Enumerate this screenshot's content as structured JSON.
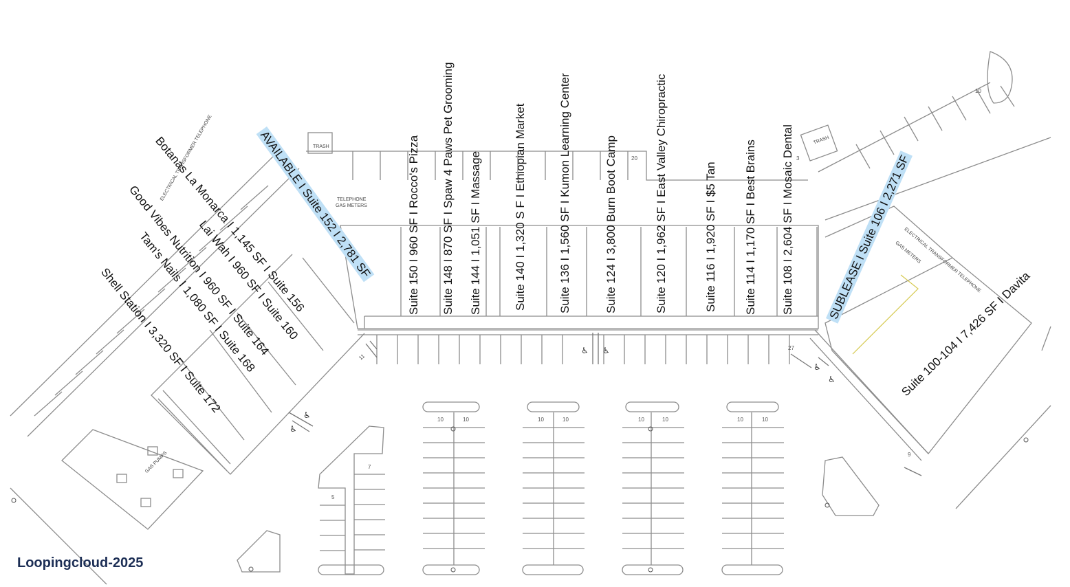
{
  "credit": "Loopingcloud-2025",
  "colors": {
    "highlight": "#bfe0f6",
    "lines": "#8c8c8c",
    "credit": "#1c2e55"
  },
  "tenants_top": [
    "Suite 150 I 960 SF I Rocco's Pizza",
    "Suite 148 I 870 SF I Spaw 4 Paws Pet Grooming",
    "Suite 144 I 1,051 SF I  Massage",
    "Suite 140 I 1,320 S F I Ethiopian Market",
    "Suite 136 I 1,560 SF I Kumon Learning Center",
    "Suite 124 I 3,800  Burn Boot Camp",
    "Suite 120 I 1,962 SF I East Valley Chiropractic",
    "Suite 116 I 1,920  SF I $5 Tan",
    "Suite 114 I 1,170 SF I Best Brains",
    "Suite 108 I 2,604 SF I Mosaic Dental"
  ],
  "tenants_left": [
    "AVAILABLE I Suite 152 I 2,781 SF",
    "Botanas La Monarca     I 1,145 SF I Suite 156",
    "Lai Wah I 960 SF I Suite 160",
    "Good Vibes Nutrition I 960 SF I Suite 164",
    "Tam's Nails I 1,080 SF I Suite 168",
    "Shell Station I 3,320 SF I Suite 172"
  ],
  "tenants_right": [
    "SUBLEASE I Suite 106 I 2,271 SF",
    "Suite 100-104 I 7,426 SF I Davita"
  ],
  "site_labels": {
    "trash": "TRASH",
    "telephone": "TELEPHONE",
    "gas_meters": "GAS METERS",
    "electrical": "ELECTRICAL TRANSFORMER TELEPHONE",
    "gas_pumps": "GAS PUMPS"
  },
  "stall_numbers": [
    "20",
    "3",
    "10",
    "27",
    "11",
    "10",
    "10",
    "10",
    "10",
    "10",
    "10",
    "10",
    "10",
    "7",
    "5",
    "9"
  ]
}
